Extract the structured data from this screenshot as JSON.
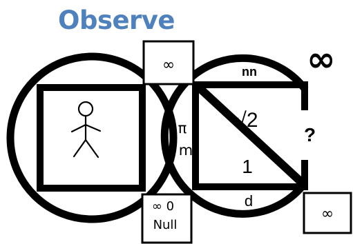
{
  "title": "Observe",
  "large_symbol": "∞",
  "boxes": {
    "top_center": "∞",
    "bottom_center_line1": "∞ 0",
    "bottom_center_line2": "Null",
    "bottom_right": "∞"
  },
  "labels": {
    "top_edge": "nn",
    "diagonal": "√2",
    "left_pi": "π",
    "left_m": "m",
    "side": "1",
    "bottom_edge": "d",
    "gap": "?"
  },
  "colors": {
    "title": "#4F81BD",
    "stroke": "#000000",
    "background": "#FFFFFF"
  },
  "icons": {
    "person": "stick-figure-icon"
  }
}
